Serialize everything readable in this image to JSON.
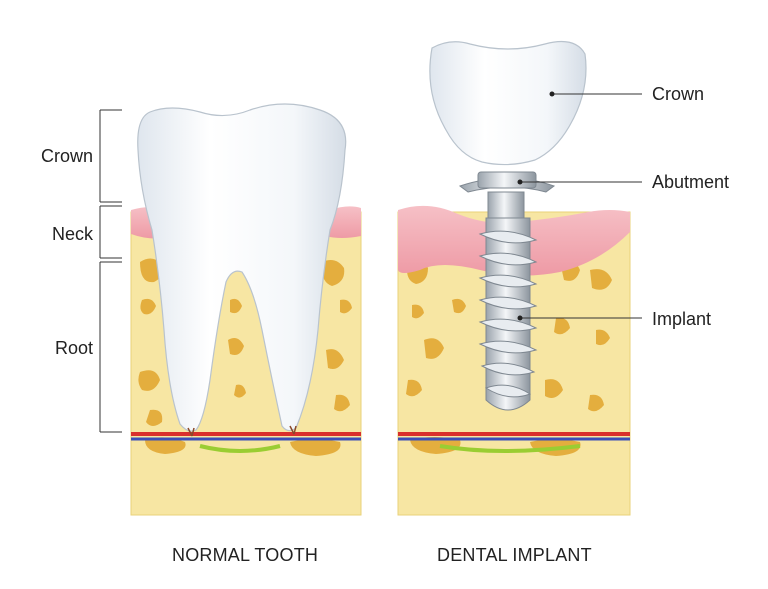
{
  "left_panel": {
    "labels": {
      "crown": "Crown",
      "neck": "Neck",
      "root": "Root"
    },
    "caption": "NORMAL TOOTH"
  },
  "right_panel": {
    "labels": {
      "crown": "Crown",
      "abutment": "Abutment",
      "implant": "Implant"
    },
    "caption": "DENTAL IMPLANT"
  },
  "colors": {
    "bone": "#f7e6a3",
    "bone_spot": "#e3a834",
    "gum": "#f2a7b0",
    "tooth": "#f9fbfd",
    "artery": "#d9302c",
    "vein": "#3b4fb8",
    "nerve": "#9acd32"
  }
}
